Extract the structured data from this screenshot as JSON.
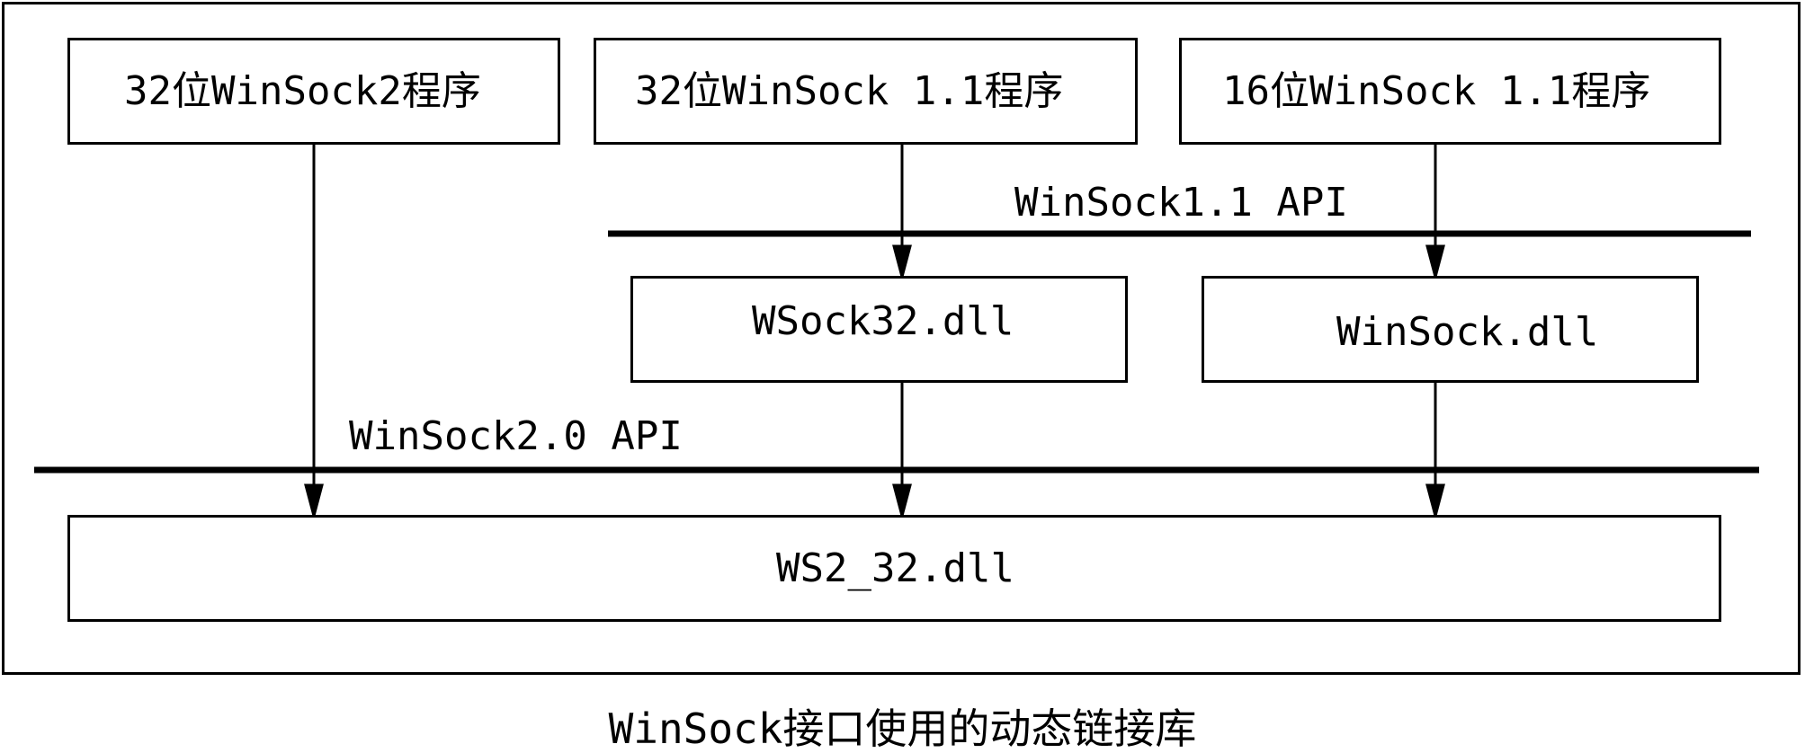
{
  "boxes": {
    "win32_ws2": "32位WinSock2程序",
    "win32_ws11": "32位WinSock 1.1程序",
    "win16_ws11": "16位WinSock 1.1程序",
    "wsock32_dll": "WSock32.dll",
    "winsock_dll": "WinSock.dll",
    "ws2_32_dll": "WS2_32.dll"
  },
  "api_layers": {
    "ws11_api": "WinSock1.1 API",
    "ws20_api": "WinSock2.0 API"
  },
  "caption": "WinSock接口使用的动态链接库"
}
